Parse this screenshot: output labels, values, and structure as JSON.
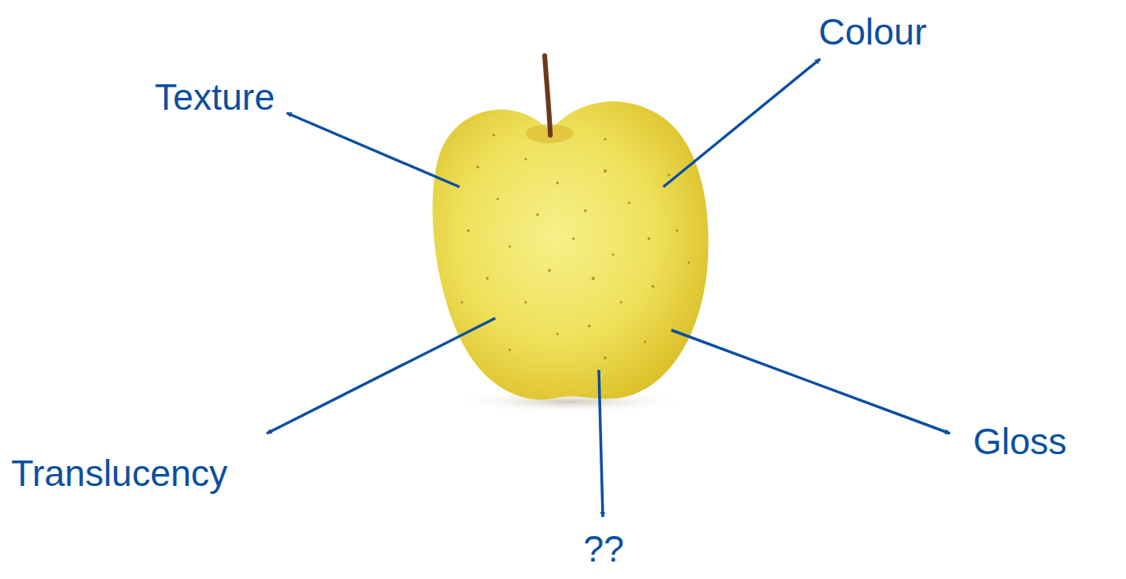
{
  "diagram": {
    "labels": [
      "Colour",
      "Texture",
      "Translucency",
      "Gloss",
      "??"
    ]
  }
}
